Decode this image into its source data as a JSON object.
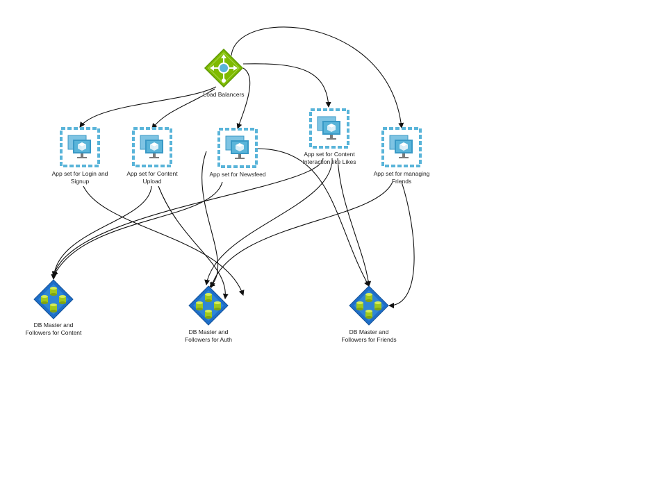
{
  "diagram": {
    "nodes": [
      {
        "id": "lb",
        "kind": "load-balancer",
        "icon": "load-balancer-icon",
        "label_lines": [
          "Load Balancers"
        ]
      },
      {
        "id": "app_login",
        "kind": "app-set",
        "icon": "vm-scale-set-icon",
        "label_lines": [
          "App set for Login and",
          "Signup"
        ]
      },
      {
        "id": "app_upload",
        "kind": "app-set",
        "icon": "vm-scale-set-icon",
        "label_lines": [
          "App set for Content",
          "Upload"
        ]
      },
      {
        "id": "app_newsfeed",
        "kind": "app-set",
        "icon": "vm-scale-set-icon",
        "label_lines": [
          "App set for Newsfeed"
        ]
      },
      {
        "id": "app_interaction",
        "kind": "app-set",
        "icon": "vm-scale-set-icon",
        "label_lines": [
          "App set for Content",
          "Interaction like Likes"
        ]
      },
      {
        "id": "app_friends",
        "kind": "app-set",
        "icon": "vm-scale-set-icon",
        "label_lines": [
          "App set for managing",
          "Friends"
        ]
      },
      {
        "id": "db_content",
        "kind": "database",
        "icon": "db-cluster-icon",
        "label_lines": [
          "DB Master and",
          "Followers for Content"
        ]
      },
      {
        "id": "db_auth",
        "kind": "database",
        "icon": "db-cluster-icon",
        "label_lines": [
          "DB Master and",
          "Followers for Auth"
        ]
      },
      {
        "id": "db_friends",
        "kind": "database",
        "icon": "db-cluster-icon",
        "label_lines": [
          "DB Master and",
          "Followers for Friends"
        ]
      }
    ],
    "edges": [
      {
        "from": "lb",
        "to": "app_login"
      },
      {
        "from": "lb",
        "to": "app_upload"
      },
      {
        "from": "lb",
        "to": "app_newsfeed"
      },
      {
        "from": "lb",
        "to": "app_interaction"
      },
      {
        "from": "lb",
        "to": "app_friends"
      },
      {
        "from": "app_login",
        "to": "db_auth"
      },
      {
        "from": "app_upload",
        "to": "db_content"
      },
      {
        "from": "app_upload",
        "to": "db_auth"
      },
      {
        "from": "app_newsfeed",
        "to": "db_content"
      },
      {
        "from": "app_newsfeed",
        "to": "db_auth"
      },
      {
        "from": "app_newsfeed",
        "to": "db_friends"
      },
      {
        "from": "app_interaction",
        "to": "db_content"
      },
      {
        "from": "app_interaction",
        "to": "db_auth"
      },
      {
        "from": "app_interaction",
        "to": "db_friends"
      },
      {
        "from": "app_friends",
        "to": "db_auth"
      },
      {
        "from": "app_friends",
        "to": "db_friends"
      }
    ],
    "colors": {
      "edge": "#111111",
      "lb_green": "#7fba00",
      "lb_green_dark": "#5e9a00",
      "vm_dash": "#59b4d9",
      "vm_screen": "#3999c6",
      "vm_cube": "#b8d432",
      "db_blue": "#1e6ec8",
      "db_blue_light": "#3e9be0",
      "db_cylinder": "#a0c81e"
    }
  }
}
